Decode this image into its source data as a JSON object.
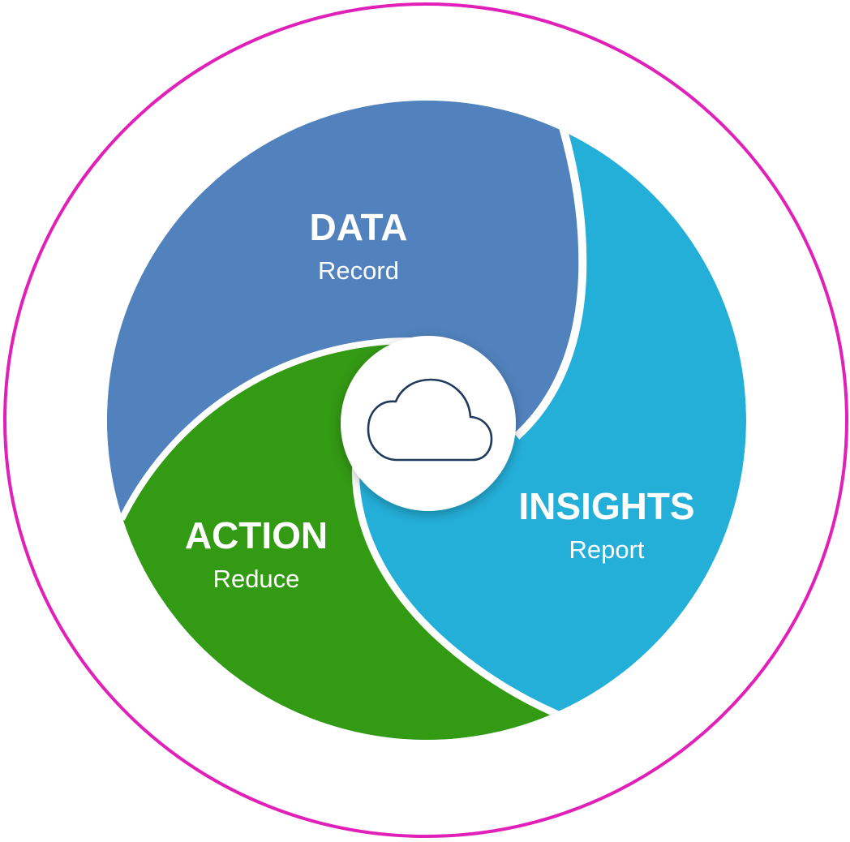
{
  "colors": {
    "ring": "#e020b8",
    "data_segment": "#5182bd",
    "insights_segment": "#24afd9",
    "action_segment": "#339a14",
    "separator": "#ffffff",
    "hub_fill": "#ffffff",
    "cloud_stroke": "#1f3a5c"
  },
  "segments": [
    {
      "key": "data",
      "title": "DATA",
      "subtitle": "Record",
      "color": "#5182bd"
    },
    {
      "key": "insights",
      "title": "INSIGHTS",
      "subtitle": "Report",
      "color": "#24afd9"
    },
    {
      "key": "action",
      "title": "ACTION",
      "subtitle": "Reduce",
      "color": "#339a14"
    }
  ],
  "hub": {
    "icon": "cloud-icon"
  }
}
